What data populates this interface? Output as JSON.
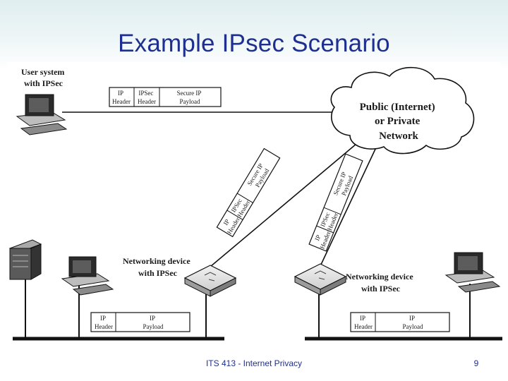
{
  "slide": {
    "title": "Example IPsec Scenario",
    "footer": "ITS 413 - Internet Privacy",
    "page_number": "9"
  },
  "diagram": {
    "user_system_label": [
      "User system",
      "with IPSec"
    ],
    "cloud_label": [
      "Public (Internet)",
      "or Private",
      "Network"
    ],
    "networking_device_left_label": [
      "Networking device",
      "with IPSec"
    ],
    "networking_device_right_label": [
      "Networking device",
      "with IPSec"
    ],
    "ipsec_packet": {
      "ip_header": [
        "IP",
        "Header"
      ],
      "ipsec_header": [
        "IPSec",
        "Header"
      ],
      "secure_payload": [
        "Secure IP",
        "Payload"
      ]
    },
    "plain_packet": {
      "ip_header": [
        "IP",
        "Header"
      ],
      "ip_payload": [
        "IP",
        "Payload"
      ]
    }
  }
}
